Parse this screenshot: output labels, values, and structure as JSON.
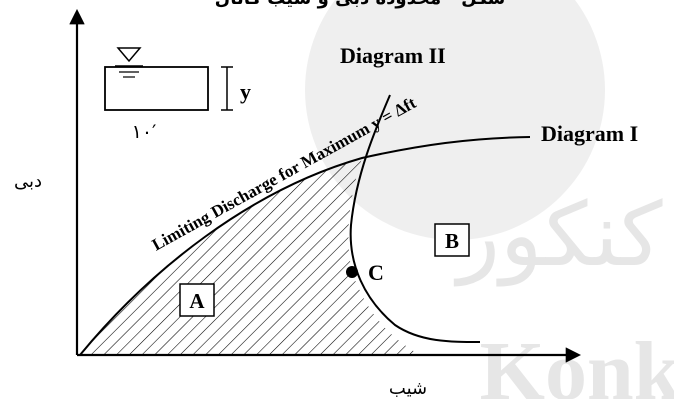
{
  "top_caption": "شکل - محدوده دبی و شیب کانال",
  "axes": {
    "x_label": "شیب",
    "y_label": "دبی"
  },
  "diagram_labels": {
    "diagram_1": "Diagram I",
    "diagram_2": "Diagram II",
    "curve_label": "Limiting Discharge for Maximum y = Δft",
    "point_c": "C",
    "region_a": "A",
    "region_b": "B"
  },
  "inset": {
    "depth_label": "y",
    "width_label": "۱۰′"
  },
  "watermark": {
    "persian": "کنکور",
    "latin": "Konk"
  },
  "colors": {
    "ink": "#000000",
    "watermark": "#e8e8e8"
  }
}
